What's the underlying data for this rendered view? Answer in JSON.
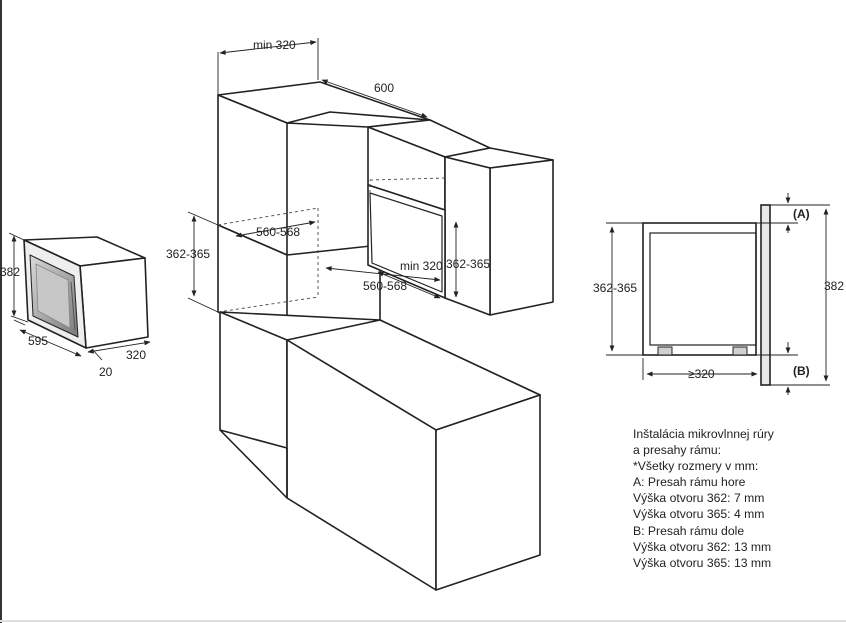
{
  "dimensions": {
    "min_width": "min 320",
    "cabinet_depth": "600",
    "opening_width_upper": "560-568",
    "opening_height_left": "362-365",
    "min_depth_inner": "min 320",
    "opening_height_inner": "362-365",
    "opening_width_lower": "560-568",
    "oven_height": "382",
    "oven_width": "595",
    "oven_depth": "320",
    "frame_depth": "20",
    "side_opening_height": "362-365",
    "side_total_height": "382",
    "side_depth": "≥320",
    "label_a": "(A)",
    "label_b": "(B)"
  },
  "notes": [
    "Inštalácia mikrovlnnej rúry",
    "a presahy rámu:",
    "*Všetky rozmery v mm:",
    "A: Presah rámu hore",
    "Výška otvoru 362: 7 mm",
    "Výška otvoru 365: 4 mm",
    "B: Presah rámu dole",
    "Výška otvoru 362: 13 mm",
    "Výška otvoru 365: 13 mm"
  ]
}
